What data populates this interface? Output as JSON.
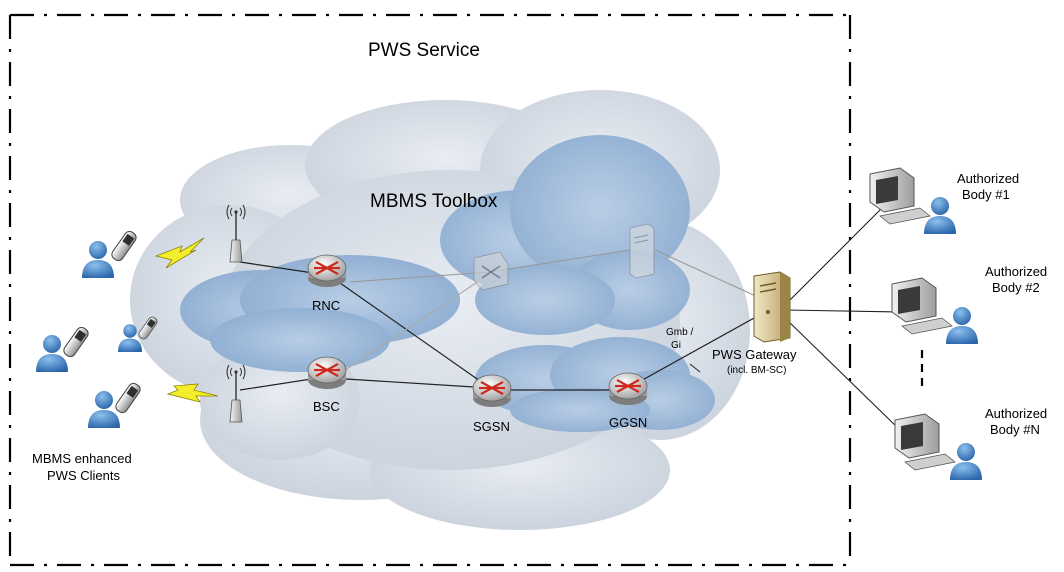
{
  "service_title": "PWS Service",
  "toolbox_title": "MBMS Toolbox",
  "nodes": {
    "rnc": "RNC",
    "bsc": "BSC",
    "sgsn": "SGSN",
    "ggsn": "GGSN",
    "gateway": "PWS Gateway",
    "gateway_sub": "(incl. BM-SC)"
  },
  "interface": {
    "line1": "Gmb /",
    "line2": "Gi"
  },
  "clients": {
    "line1": "MBMS enhanced",
    "line2": "PWS Clients"
  },
  "bodies": [
    {
      "line1": "Authorized",
      "line2": "Body #1"
    },
    {
      "line1": "Authorized",
      "line2": "Body #2"
    },
    {
      "line1": "Authorized",
      "line2": "Body #N"
    }
  ],
  "colors": {
    "cloud_light": "#dfe4ec",
    "cloud_blue": "#9fbbd9",
    "cloud_dark": "#7fa3cc",
    "router_red": "#cc2a1e",
    "person_blue": "#3f7fc6",
    "bolt_yellow": "#f4ee2a"
  }
}
